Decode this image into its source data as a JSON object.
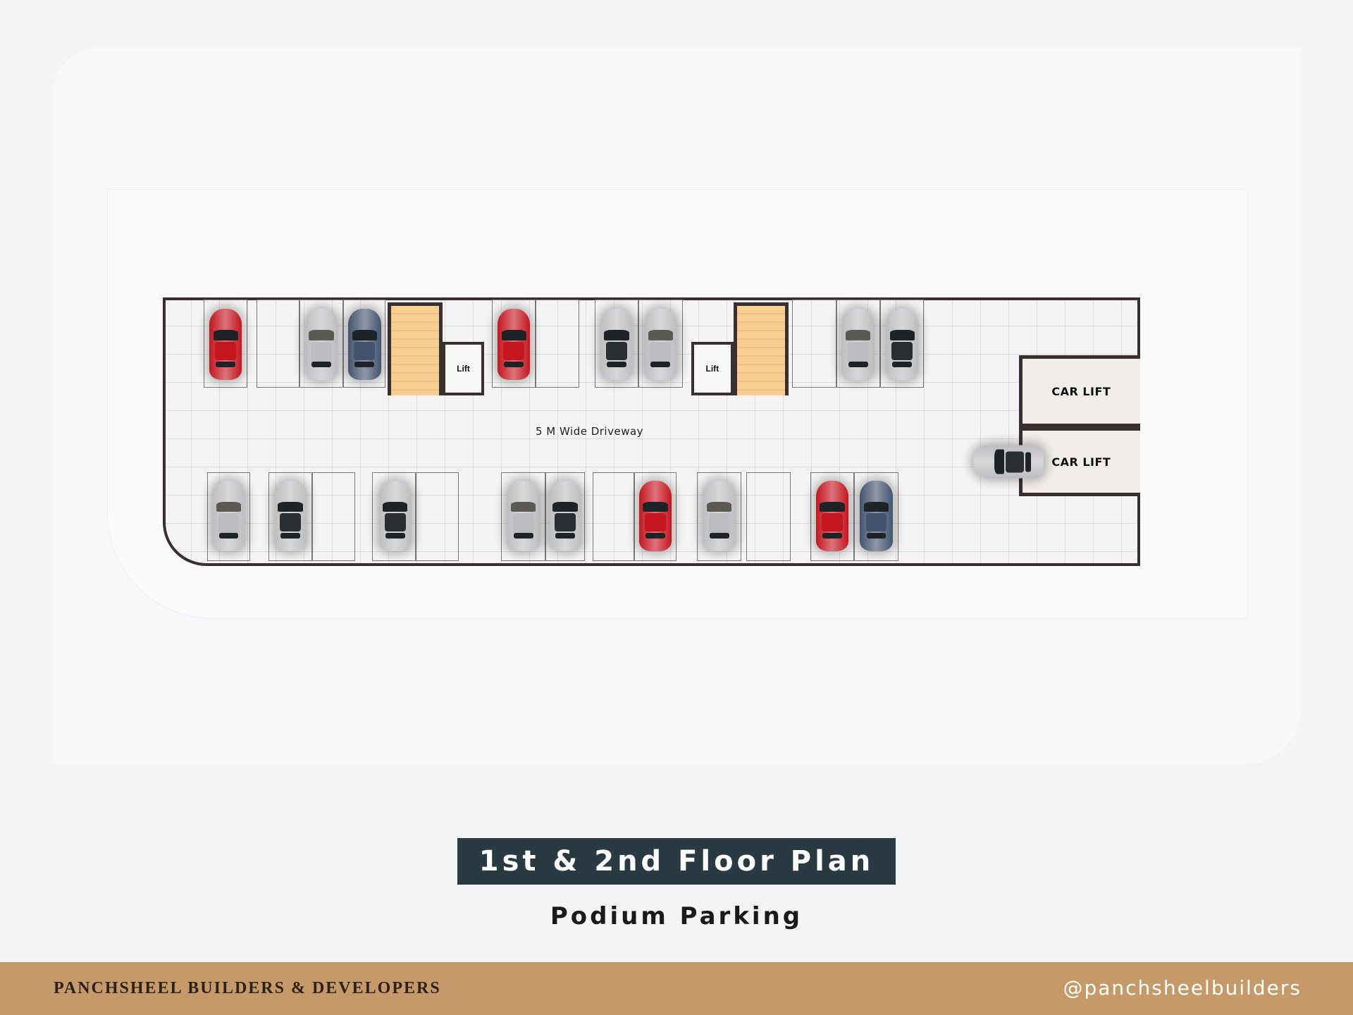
{
  "plan": {
    "driveway_label": "5 M Wide Driveway",
    "lift_label": "Lift",
    "car_lift_label": "CAR LIFT",
    "colors": {
      "red": "#c4161f",
      "silver": "#bdbdc1",
      "blue": "#44536d",
      "dark": "#2b2e31",
      "accent_wall": "#3a2f2f",
      "stair": "#f7cf92"
    },
    "top_row_cars": [
      "red",
      "empty",
      "silver-convertible",
      "blue",
      "red",
      "empty",
      "silver-dark",
      "silver-convertible",
      "empty",
      "silver-convertible",
      "silver-dark"
    ],
    "bottom_row_cars": [
      "silver-convertible",
      "silver-dark",
      "empty",
      "silver-dark",
      "empty",
      "silver-convertible",
      "silver-dark",
      "empty",
      "red",
      "silver-convertible",
      "empty",
      "red",
      "blue"
    ]
  },
  "title": "1st & 2nd Floor Plan",
  "subtitle": "Podium Parking",
  "footer": {
    "company": "PANCHSHEEL BUILDERS & DEVELOPERS",
    "handle": "@panchsheelbuilders"
  }
}
